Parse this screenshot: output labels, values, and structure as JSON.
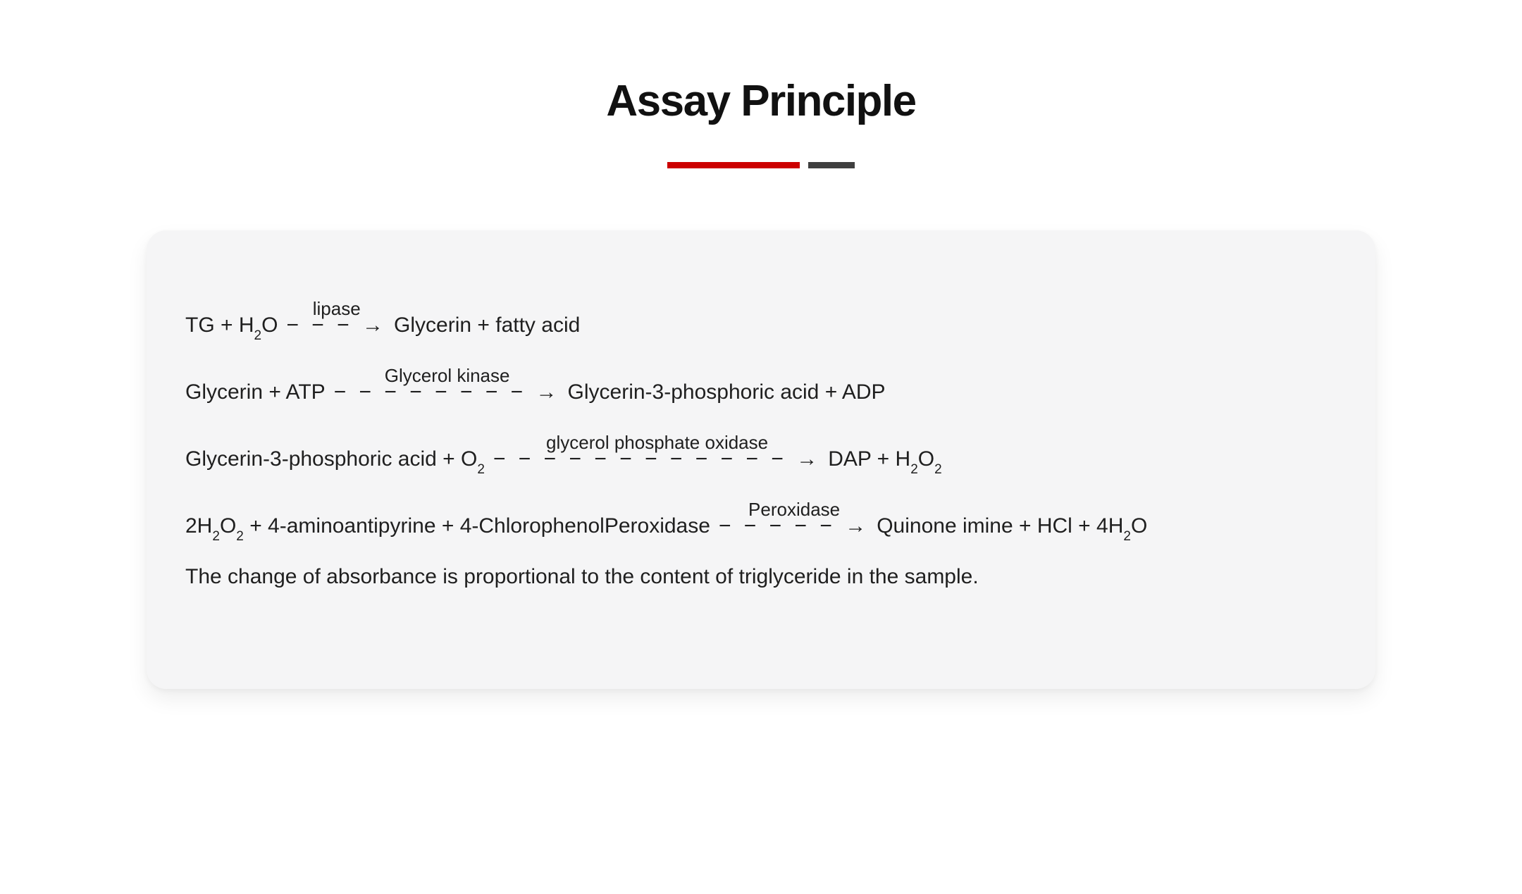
{
  "header": {
    "title": "Assay Principle"
  },
  "divider": {
    "accent_color": "#cc0000",
    "secondary_color": "#3f3f3f"
  },
  "arrow": {
    "dash_glyph": "−",
    "head_glyph": "→"
  },
  "card": {
    "background_color": "#f5f5f6",
    "equations": [
      {
        "left": [
          {
            "t": "TG + H"
          },
          {
            "s": "2"
          },
          {
            "t": "O"
          }
        ],
        "enzyme": "lipase",
        "dashes": 3,
        "right": [
          {
            "t": "Glycerin + fatty acid"
          }
        ]
      },
      {
        "left": [
          {
            "t": "Glycerin + ATP"
          }
        ],
        "enzyme": "Glycerol kinase",
        "dashes": 8,
        "right": [
          {
            "t": "Glycerin-3-phosphoric acid + ADP"
          }
        ]
      },
      {
        "left": [
          {
            "t": "Glycerin-3-phosphoric acid + O"
          },
          {
            "s": "2"
          }
        ],
        "enzyme": "glycerol phosphate oxidase",
        "dashes": 12,
        "right": [
          {
            "t": "DAP + H"
          },
          {
            "s": "2"
          },
          {
            "t": "O"
          },
          {
            "s": "2"
          }
        ]
      },
      {
        "left": [
          {
            "t": "2H"
          },
          {
            "s": "2"
          },
          {
            "t": "O"
          },
          {
            "s": "2"
          },
          {
            "t": " + 4-aminoantipyrine + 4-ChlorophenolPeroxidase"
          }
        ],
        "enzyme": "Peroxidase",
        "dashes": 5,
        "right": [
          {
            "t": "Quinone imine + HCl + 4H"
          },
          {
            "s": "2"
          },
          {
            "t": "O"
          }
        ]
      }
    ],
    "note": "The change of absorbance is proportional to the content of triglyceride in the sample."
  }
}
